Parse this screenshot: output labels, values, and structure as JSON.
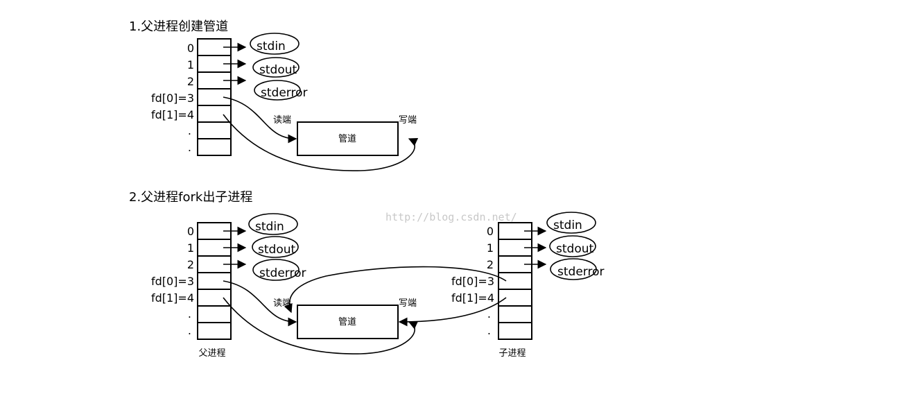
{
  "section1": {
    "title": "1.父进程创建管道",
    "fd_labels": [
      "0",
      "1",
      "2",
      "fd[0]=3",
      "fd[1]=4",
      ".",
      "."
    ],
    "streams": [
      "stdin",
      "stdout",
      "stderror"
    ],
    "read_end": "读端",
    "write_end": "写端",
    "pipe": "管道"
  },
  "section2": {
    "title": "2.父进程fork出子进程",
    "parent": {
      "fd_labels": [
        "0",
        "1",
        "2",
        "fd[0]=3",
        "fd[1]=4",
        ".",
        "."
      ],
      "streams": [
        "stdin",
        "stdout",
        "stderror"
      ],
      "caption": "父进程"
    },
    "child": {
      "fd_labels": [
        "0",
        "1",
        "2",
        "fd[0]=3",
        "fd[1]=4",
        ".",
        "."
      ],
      "streams": [
        "stdin",
        "stdout",
        "stderror"
      ],
      "caption": "子进程"
    },
    "read_end": "读端",
    "write_end": "写端",
    "pipe": "管道"
  },
  "watermark": "http://blog.csdn.net/"
}
